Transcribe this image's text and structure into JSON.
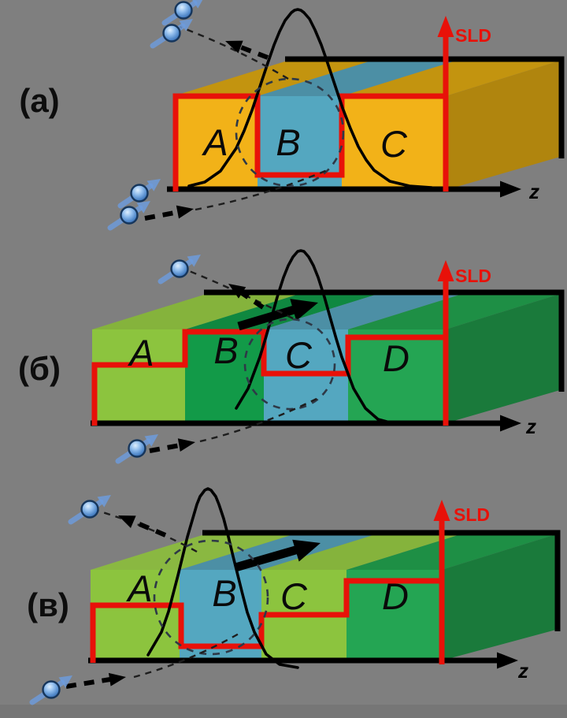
{
  "figure": {
    "background": "#7f7f7f",
    "bottom_band": "#767676",
    "colors": {
      "red": "#e81109",
      "black": "#000000",
      "orange_front": "#f2b218",
      "orange_top": "#c3940f",
      "orange_side": "#b0850e",
      "blue_front": "#54a7c0",
      "blue_top": "#4c8fa5",
      "lightgreen_front": "#8cc43e",
      "lightgreen_top": "#85b33c",
      "lightgreen_top2": "#8ab841",
      "darkgreen_front": "#129a48",
      "darkgreen_top": "#0f8840",
      "midgreen_front": "#24a553",
      "midgreen_top": "#1e8f45",
      "green_side": "#1a7a3b",
      "sphere_blue": "#6d9cde"
    },
    "panels": [
      {
        "label": "(a)",
        "sld": "SLD",
        "z": "z",
        "layers": [
          "A",
          "B",
          "C"
        ]
      },
      {
        "label": "(б)",
        "sld": "SLD",
        "z": "z",
        "layers": [
          "A",
          "B",
          "C",
          "D"
        ]
      },
      {
        "label": "(в)",
        "sld": "SLD",
        "z": "z",
        "layers": [
          "A",
          "B",
          "C",
          "D"
        ]
      }
    ]
  }
}
